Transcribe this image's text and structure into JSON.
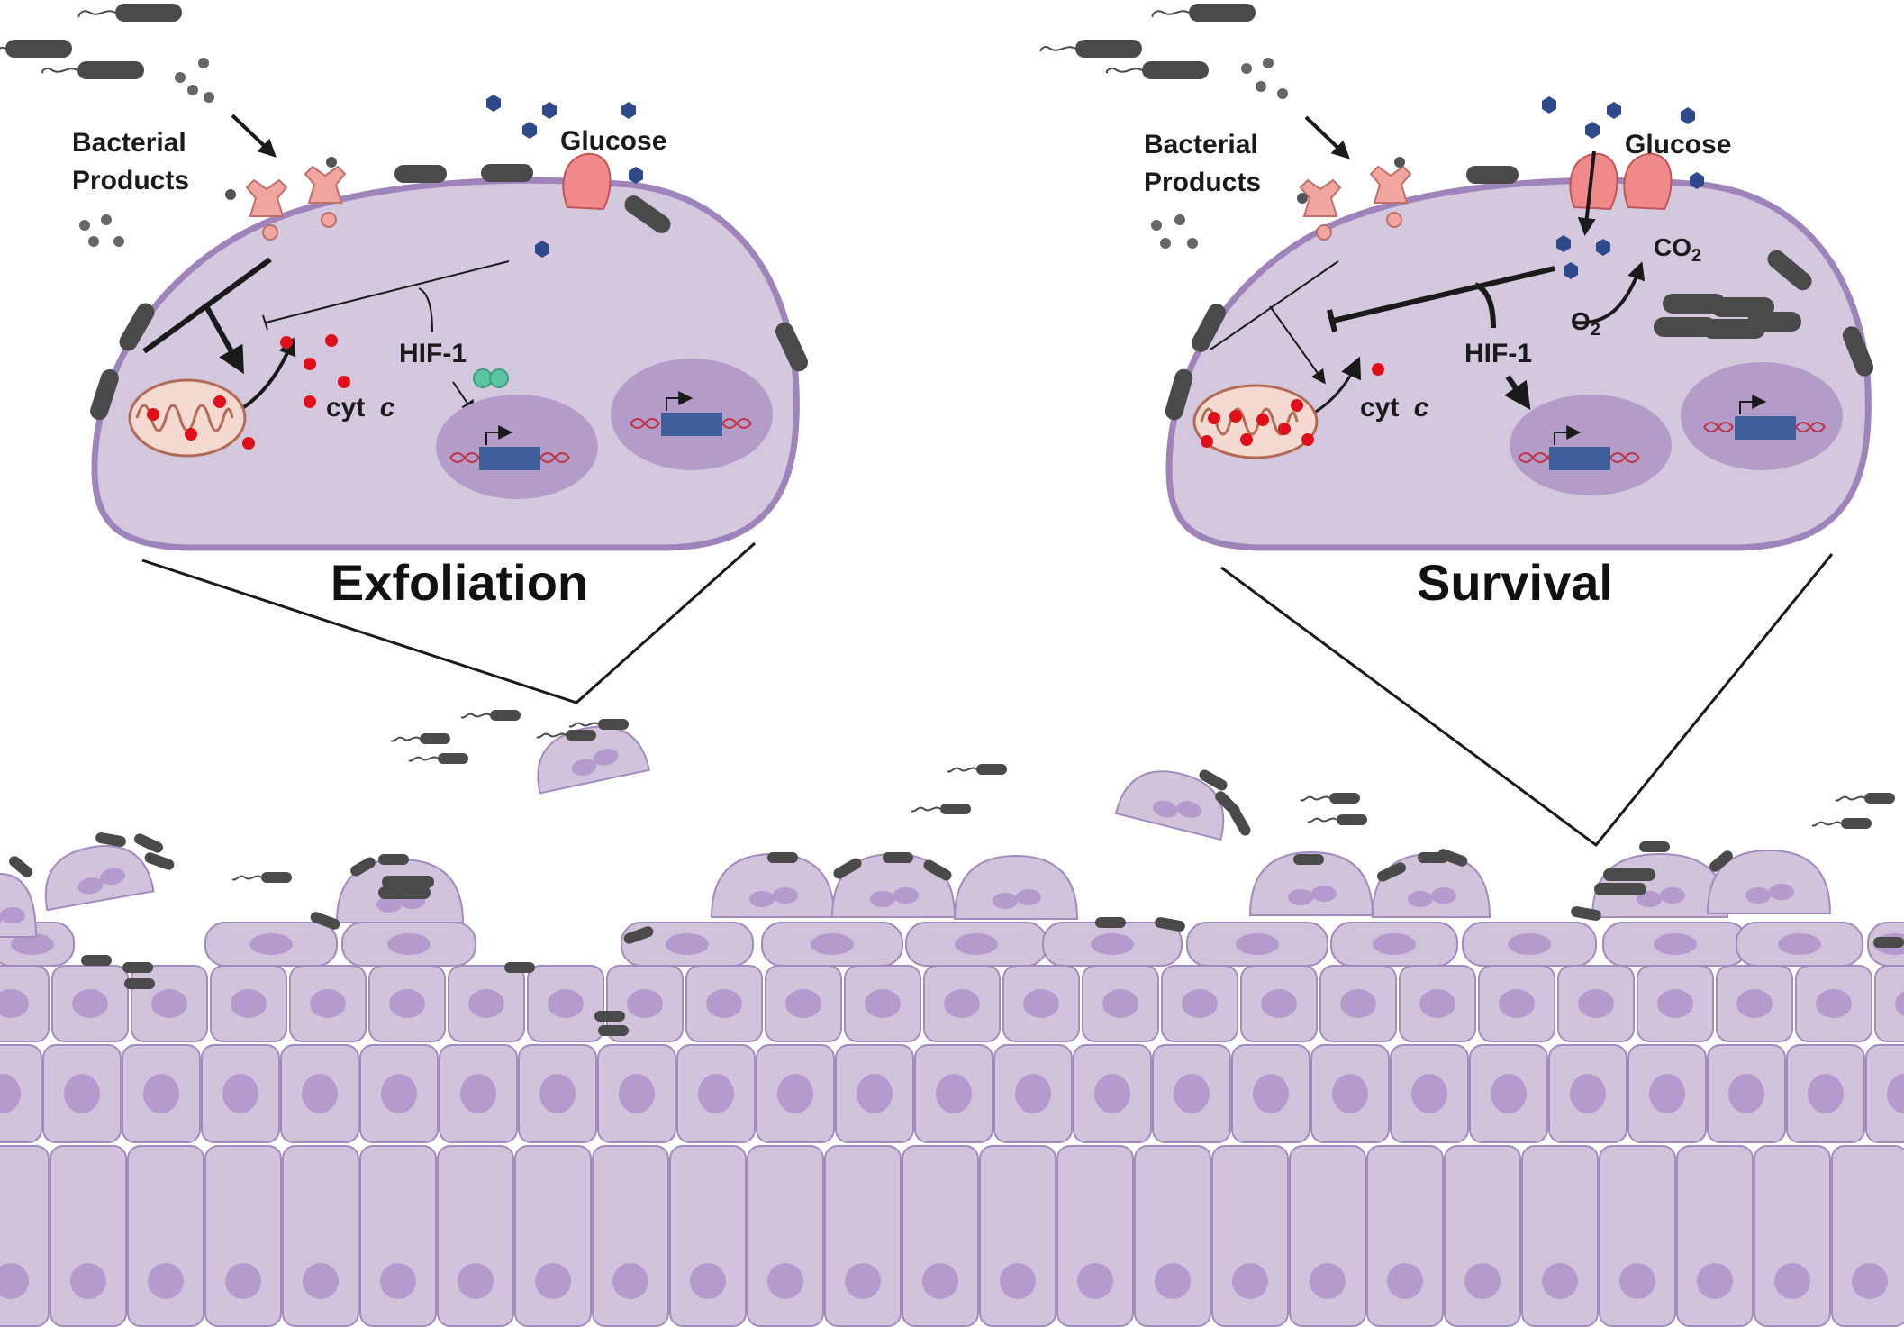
{
  "panels": {
    "left": {
      "bacterial_products": [
        "Bacterial",
        "Products"
      ],
      "glucose": "Glucose",
      "hif": "HIF-1",
      "cytc_main": "cyt",
      "cytc_ital": "c",
      "title": "Exfoliation"
    },
    "right": {
      "bacterial_products": [
        "Bacterial",
        "Products"
      ],
      "glucose": "Glucose",
      "co2_main": "CO",
      "co2_sub": "2",
      "o2_main": "O",
      "o2_sub": "2",
      "hif": "HIF-1",
      "cytc_main": "cyt",
      "cytc_ital": "c",
      "title": "Survival"
    }
  },
  "colors": {
    "cell_fill": "#d1c3dc",
    "cell_stroke": "#a48bbd",
    "big_cell_fill": "#d4c8df",
    "big_cell_stroke": "#9f84bb",
    "nucleus": "#b59acd",
    "bacteria": "#4a4a4a",
    "receptor": "#f0a5a0",
    "glucose_molecule": "#2f4a8a",
    "cytc_dot": "#e0101a",
    "mito_fill": "#f4d9d0",
    "mito_stroke": "#b36a55",
    "gene_box": "#3f5f9a",
    "hif_dimer": "#5cc4a0"
  }
}
